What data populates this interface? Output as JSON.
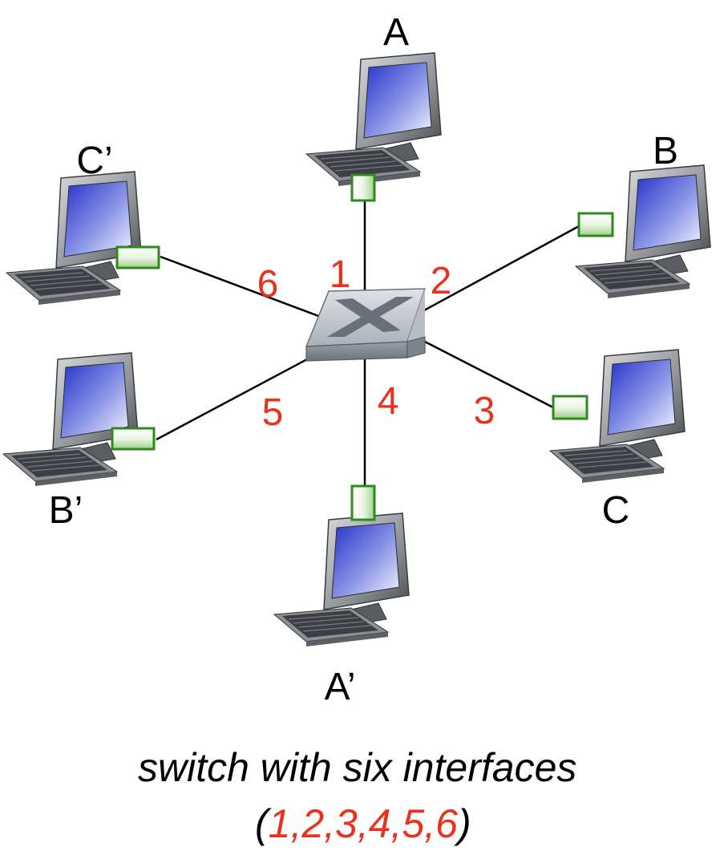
{
  "colors": {
    "port_number": "#e8321e",
    "link": "#000000",
    "adapter_green": "#2e8a1e",
    "screen_blue": "#2432c8",
    "switch_body": "#9aa0a8"
  },
  "hosts": {
    "A": "A",
    "B": "B",
    "C": "C",
    "A_prime": "A’",
    "B_prime": "B’",
    "C_prime": "C’"
  },
  "ports": [
    "1",
    "2",
    "3",
    "4",
    "5",
    "6"
  ],
  "switch": {
    "icon": "switch-icon"
  },
  "caption": {
    "line1": "switch with six interfaces",
    "open_paren": "(",
    "numbers": "1,2,3,4,5,6",
    "close_paren": ")"
  }
}
